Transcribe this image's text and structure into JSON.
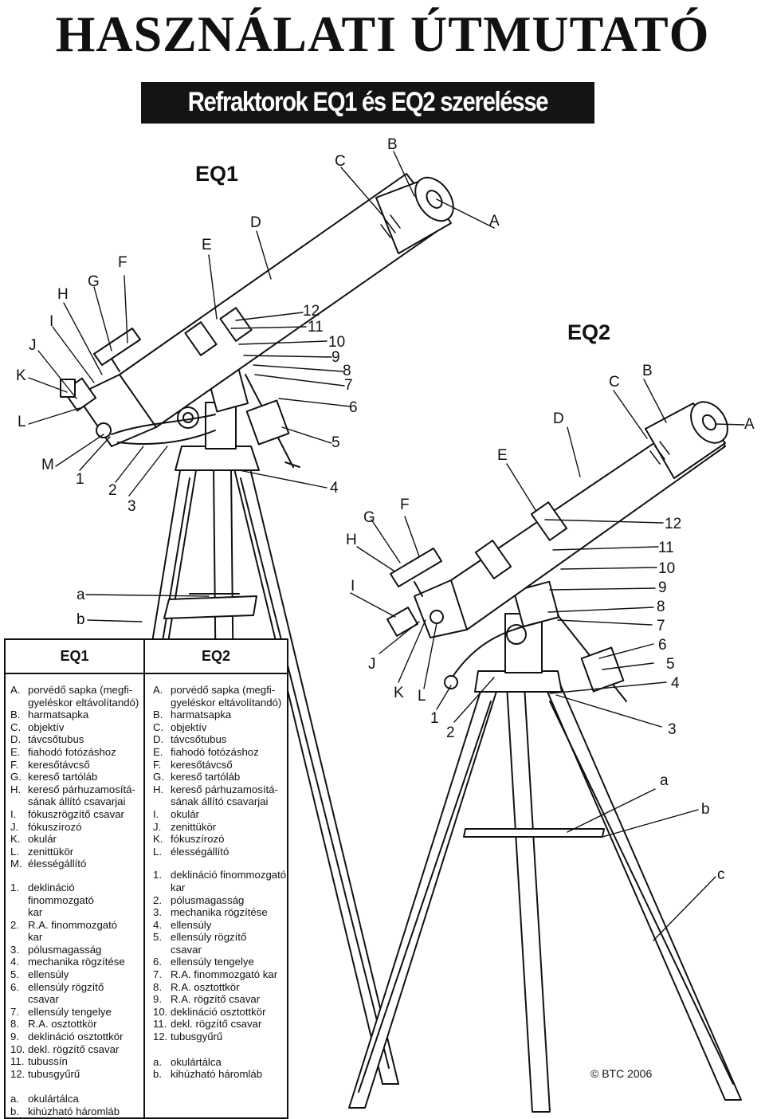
{
  "title": "HASZNÁLATI ÚTMUTATÓ",
  "subtitle": "Refraktorok EQ1 és EQ2 szerelésse",
  "eq1": {
    "model": "EQ1",
    "letters": [
      "A",
      "B",
      "C",
      "D",
      "E",
      "F",
      "G",
      "H",
      "I",
      "J",
      "K",
      "L",
      "M"
    ],
    "numbers": [
      "1",
      "2",
      "3",
      "4",
      "5",
      "6",
      "7",
      "8",
      "9",
      "10",
      "11",
      "12"
    ],
    "small": [
      "a",
      "b"
    ]
  },
  "eq2": {
    "model": "EQ2",
    "letters": [
      "A",
      "B",
      "C",
      "D",
      "E",
      "F",
      "G",
      "H",
      "I",
      "J",
      "K",
      "L"
    ],
    "numbers": [
      "1",
      "2",
      "3",
      "4",
      "5",
      "6",
      "7",
      "8",
      "9",
      "10",
      "11",
      "12"
    ],
    "small": [
      "a",
      "b",
      "c"
    ]
  },
  "legend_eq1": {
    "header": "EQ1",
    "groups": [
      [
        {
          "key": "A.",
          "text": "porvédő sapka (megfi-"
        },
        {
          "key": "",
          "text": "gyeléskor eltávolítandó)"
        },
        {
          "key": "B.",
          "text": "harmatsapka"
        },
        {
          "key": "C.",
          "text": "objektív"
        },
        {
          "key": "D.",
          "text": "távcsőtubus"
        },
        {
          "key": "E.",
          "text": "fiahodó fotózáshoz"
        },
        {
          "key": "F.",
          "text": "keresőtávcső"
        },
        {
          "key": "G.",
          "text": "kereső tartóláb"
        },
        {
          "key": "H.",
          "text": "kereső párhuzamosítá-"
        },
        {
          "key": "",
          "text": "sának állító csavarjai"
        },
        {
          "key": "I.",
          "text": "fókuszrögzítő csavar"
        },
        {
          "key": "J.",
          "text": "fókuszírozó"
        },
        {
          "key": "K.",
          "text": "okulár"
        },
        {
          "key": "L.",
          "text": "zenittükör"
        },
        {
          "key": "M.",
          "text": "élességállító"
        }
      ],
      [
        {
          "key": "1.",
          "text": "deklináció finommozgató"
        },
        {
          "key": "",
          "text": "kar"
        },
        {
          "key": "2.",
          "text": "R.A. finommozgató"
        },
        {
          "key": "",
          "text": "kar"
        },
        {
          "key": "3.",
          "text": "pólusmagasság"
        },
        {
          "key": "4.",
          "text": "mechanika rögzítése"
        },
        {
          "key": "5.",
          "text": "ellensúly"
        },
        {
          "key": "6.",
          "text": "ellensúly rögzítő"
        },
        {
          "key": "",
          "text": "csavar"
        },
        {
          "key": "7.",
          "text": "ellensúly tengelye"
        },
        {
          "key": "8.",
          "text": "R.A. osztottkör"
        },
        {
          "key": "9.",
          "text": "deklináció osztottkör"
        },
        {
          "key": "10.",
          "text": "dekl. rögzítő csavar"
        },
        {
          "key": "11.",
          "text": "tubussín"
        },
        {
          "key": "12.",
          "text": "tubusgyűrű"
        }
      ],
      [
        {
          "key": "a.",
          "text": "okulártálca"
        },
        {
          "key": "b.",
          "text": "kihúzható háromláb"
        }
      ]
    ]
  },
  "legend_eq2": {
    "header": "EQ2",
    "groups": [
      [
        {
          "key": "A.",
          "text": "porvédő sapka (megfi-"
        },
        {
          "key": "",
          "text": "gyeléskor eltávolítandó)"
        },
        {
          "key": "B.",
          "text": "harmatsapka"
        },
        {
          "key": "C.",
          "text": "objektív"
        },
        {
          "key": "D.",
          "text": "távcsőtubus"
        },
        {
          "key": "E.",
          "text": "fiahodó fotózáshoz"
        },
        {
          "key": "F.",
          "text": "keresőtávcső"
        },
        {
          "key": "G.",
          "text": "kereső tartóláb"
        },
        {
          "key": "H.",
          "text": "kereső párhuzamosítá-"
        },
        {
          "key": "",
          "text": "sának állító csavarjai"
        },
        {
          "key": "I.",
          "text": "okulár"
        },
        {
          "key": "J.",
          "text": "zenittükör"
        },
        {
          "key": "K.",
          "text": "fókuszírozó"
        },
        {
          "key": "L.",
          "text": "élességállító"
        }
      ],
      [
        {
          "key": "1.",
          "text": "deklináció finommozgató"
        },
        {
          "key": "",
          "text": "kar"
        },
        {
          "key": "2.",
          "text": "pólusmagasság"
        },
        {
          "key": "3.",
          "text": "mechanika rögzítése"
        },
        {
          "key": "4.",
          "text": "ellensúly"
        },
        {
          "key": "5.",
          "text": "ellensúly rögzítő"
        },
        {
          "key": "",
          "text": "csavar"
        },
        {
          "key": "6.",
          "text": "ellensúly tengelye"
        },
        {
          "key": "7.",
          "text": "R.A. finommozgató kar"
        },
        {
          "key": "8.",
          "text": "R.A. osztottkör"
        },
        {
          "key": "9.",
          "text": "R.A. rögzítő csavar"
        },
        {
          "key": "10.",
          "text": "deklináció osztottkör"
        },
        {
          "key": "11.",
          "text": "dekl. rögzítő csavar"
        },
        {
          "key": "12.",
          "text": "tubusgyűrű"
        }
      ],
      [
        {
          "key": "a.",
          "text": "okulártálca"
        },
        {
          "key": "b.",
          "text": "kihúzható háromláb"
        }
      ]
    ]
  },
  "copyright": "© BTC  2006"
}
